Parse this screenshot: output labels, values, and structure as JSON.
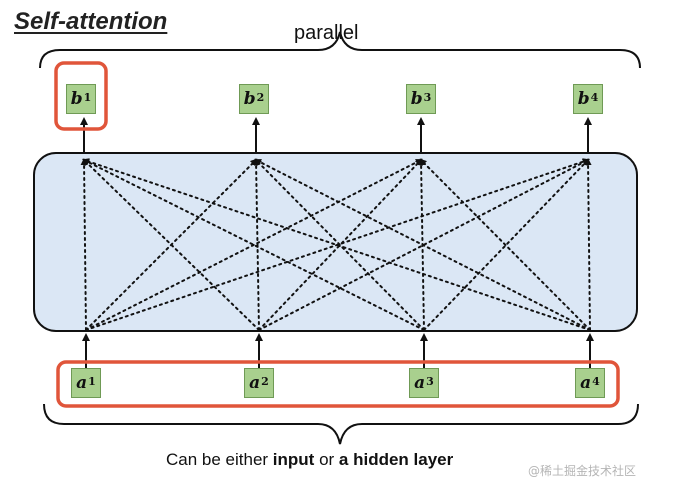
{
  "title": "Self-attention",
  "parallel_label": "parallel",
  "caption": {
    "part1": "Can be either ",
    "bold1": "input",
    "part2": " or ",
    "bold2": "a hidden layer"
  },
  "watermark": "@稀土掘金技术社区",
  "outputs": [
    {
      "base": "b",
      "sup": "1"
    },
    {
      "base": "b",
      "sup": "2"
    },
    {
      "base": "b",
      "sup": "3"
    },
    {
      "base": "b",
      "sup": "4"
    }
  ],
  "inputs": [
    {
      "base": "a",
      "sup": "1"
    },
    {
      "base": "a",
      "sup": "2"
    },
    {
      "base": "a",
      "sup": "3"
    },
    {
      "base": "a",
      "sup": "4"
    }
  ],
  "colors": {
    "highlight": "#e0553a",
    "node_fill": "#a9d08e",
    "block_fill": "#dbe7f5"
  }
}
